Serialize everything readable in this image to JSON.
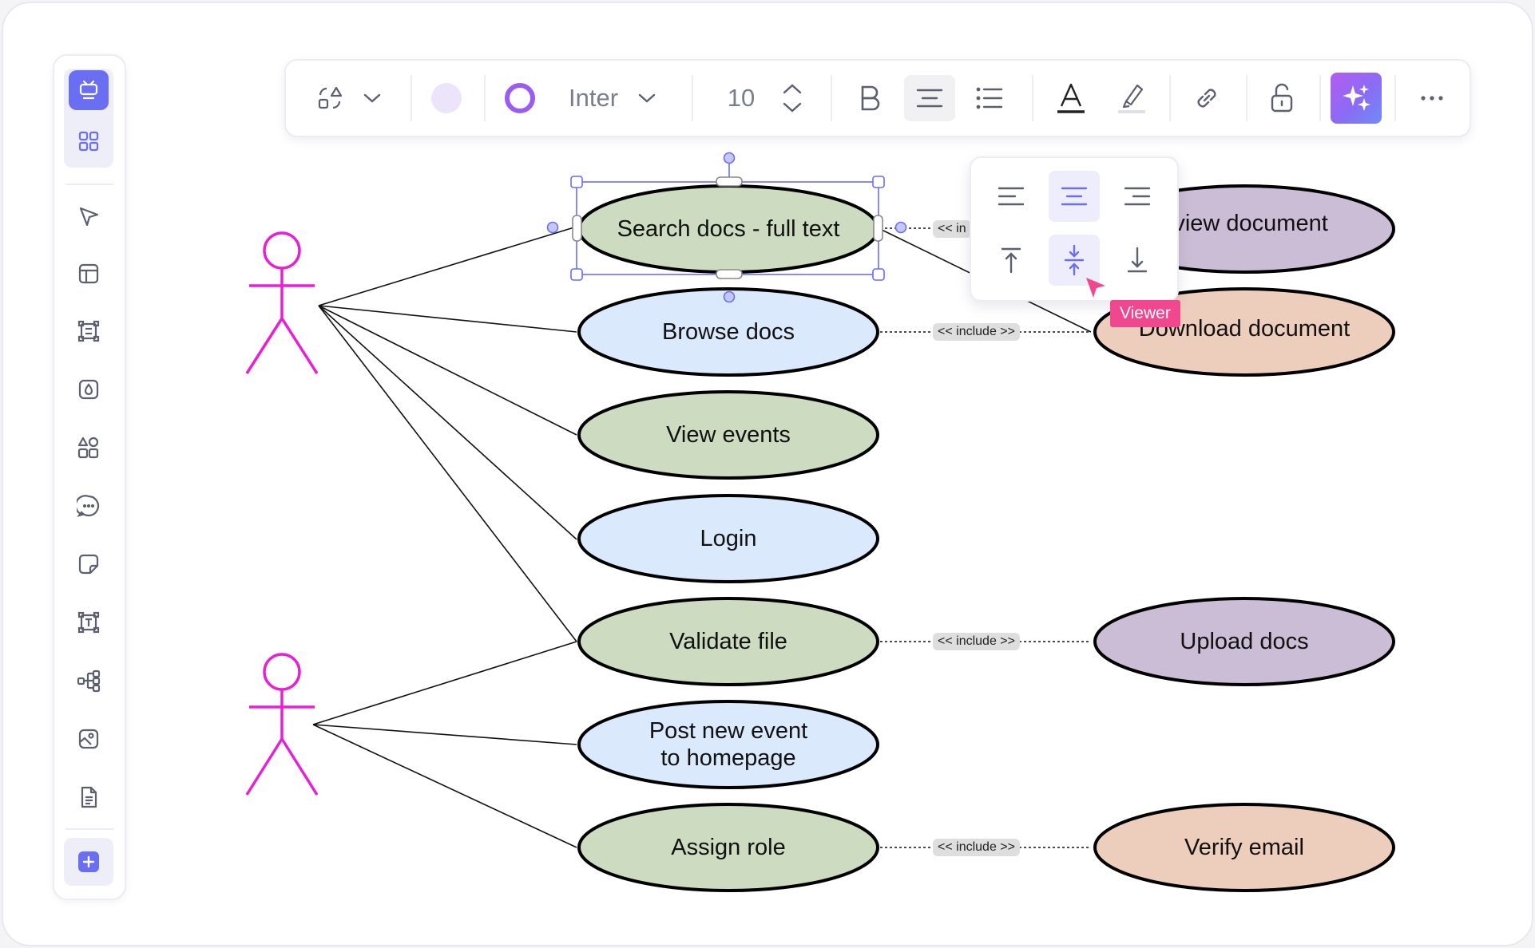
{
  "toolbar": {
    "font_name": "Inter",
    "font_size": "10",
    "fill_color": "#ece4fb",
    "stroke_color": "#9b5cf2",
    "accent": "#6a6ef2",
    "icons": [
      "shape-swap-icon",
      "chevron-down-icon",
      "fill-color-icon",
      "stroke-color-icon",
      "chevron-down-icon",
      "stepper-icon",
      "bold-icon",
      "align-center-icon",
      "list-icon",
      "text-color-icon",
      "highlight-icon",
      "link-icon",
      "unlock-icon",
      "ai-sparkle-icon",
      "more-icon"
    ]
  },
  "rail": {
    "icons": [
      "presentation-icon",
      "grid-icon",
      "pointer-icon",
      "layout-icon",
      "frame-icon",
      "color-drop-icon",
      "shapes-icon",
      "comment-icon",
      "sticky-note-icon",
      "text-box-icon",
      "mindmap-icon",
      "image-icon",
      "document-icon",
      "add-icon"
    ]
  },
  "popover": {
    "icons": [
      "align-left-icon",
      "align-center-icon",
      "align-right-icon",
      "align-top-icon",
      "align-middle-icon",
      "align-bottom-icon"
    ]
  },
  "cursor": {
    "label": "Viewer",
    "color": "#f0478f"
  },
  "diagram": {
    "actor_color": "#e81fd4",
    "include_label": "<< include >>",
    "include_label_partial": "<< in",
    "use_cases": [
      {
        "id": "search",
        "lines": [
          "Search docs - full text"
        ],
        "fill": "#cddcc1",
        "selected": true
      },
      {
        "id": "browse",
        "lines": [
          "Browse docs"
        ],
        "fill": "#dbe9fc"
      },
      {
        "id": "events",
        "lines": [
          "View events"
        ],
        "fill": "#cddcc1"
      },
      {
        "id": "login",
        "lines": [
          "Login"
        ],
        "fill": "#dbe9fc"
      },
      {
        "id": "validate",
        "lines": [
          "Validate file"
        ],
        "fill": "#cddcc1"
      },
      {
        "id": "post",
        "lines": [
          "Post new event",
          "to homepage"
        ],
        "fill": "#dbe9fc"
      },
      {
        "id": "assign",
        "lines": [
          "Assign role"
        ],
        "fill": "#cddcc1"
      },
      {
        "id": "review",
        "lines": [
          "eview document"
        ],
        "fill": "#cbbdd5"
      },
      {
        "id": "download",
        "lines": [
          "Download document"
        ],
        "fill": "#edcebd"
      },
      {
        "id": "upload",
        "lines": [
          "Upload docs"
        ],
        "fill": "#cbbdd5"
      },
      {
        "id": "verify",
        "lines": [
          "Verify email"
        ],
        "fill": "#edcebd"
      }
    ]
  }
}
